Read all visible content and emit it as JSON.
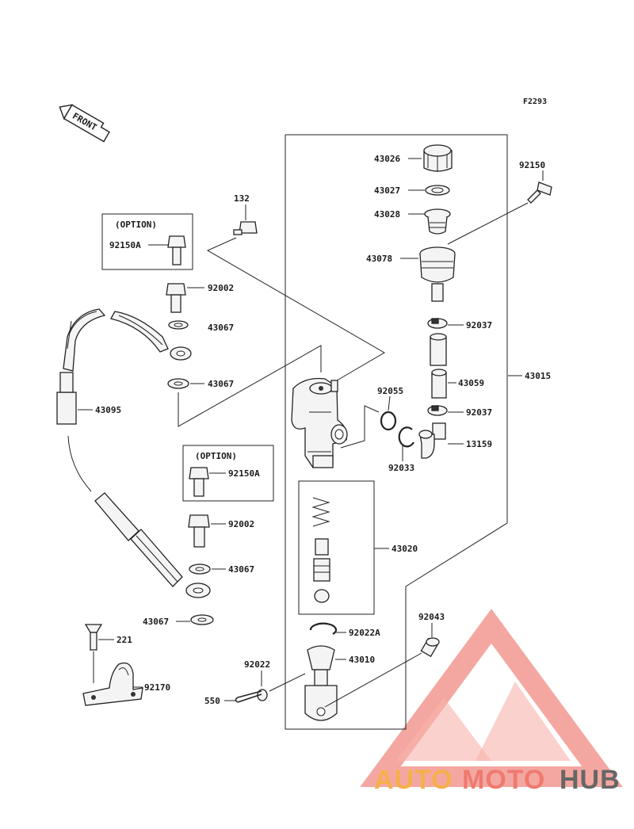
{
  "figure_code": "F2293",
  "front_label": "FRONT",
  "option_boxes": [
    {
      "title": "(OPTION)",
      "part": "92150A"
    },
    {
      "title": "(OPTION)",
      "part": "92150A"
    }
  ],
  "labels": {
    "p43026": "43026",
    "p43027": "43027",
    "p43028": "43028",
    "p43078": "43078",
    "p92150": "92150",
    "p132": "132",
    "p92002a": "92002",
    "p43067a": "43067",
    "p43067b": "43067",
    "p43095": "43095",
    "p92037a": "92037",
    "p43059": "43059",
    "p43015": "43015",
    "p92055": "92055",
    "p92037b": "92037",
    "p13159": "13159",
    "p92033": "92033",
    "p92002b": "92002",
    "p43067c": "43067",
    "p43067d": "43067",
    "p43020": "43020",
    "p92043": "92043",
    "p92022A": "92022A",
    "p43010": "43010",
    "p92022": "92022",
    "p550": "550",
    "p221": "221",
    "p92170": "92170"
  },
  "watermark": {
    "part1": "AUTO",
    "part2": "MOTO",
    "part3": "HUB"
  },
  "colors": {
    "auto": "#f5b04a",
    "moto": "#ef7a70",
    "hub": "#6b6b6b",
    "logo": "#f07b73"
  }
}
